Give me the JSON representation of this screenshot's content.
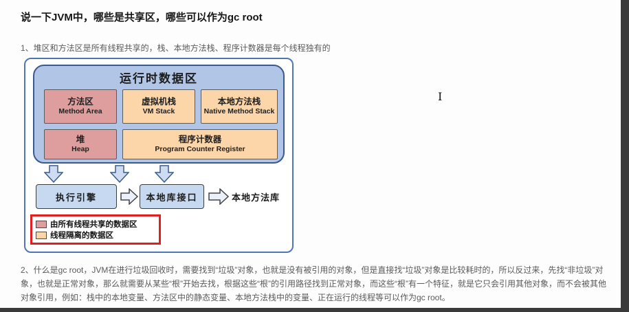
{
  "heading": "说一下JVM中，哪些是共享区，哪些可以作为gc root",
  "paragraphs": {
    "p1": "1、堆区和方法区是所有线程共享的，栈、本地方法栈、程序计数器是每个线程独有的",
    "p2": "2、什么是gc root，JVM在进行垃圾回收时，需要找到“垃圾”对象，也就是没有被引用的对象，但是直接找“垃圾”对象是比较耗时的，所以反过来，先找“非垃圾”对象，也就是正常对象，那么就需要从某些“根”开始去找，根据这些“根”的引用路径找到正常对象，而这些“根”有一个特征，就是它只会引用其他对象，而不会被其他对象引用，例如：栈中的本地变量、方法区中的静态变量、本地方法栈中的变量、正在运行的线程等可以作为gc root。"
  },
  "diagram": {
    "title": "运行时数据区",
    "method_area": {
      "zh": "方法区",
      "en": "Method Area"
    },
    "vm_stack": {
      "zh": "虚拟机栈",
      "en": "VM Stack"
    },
    "native_stack": {
      "zh": "本地方法栈",
      "en": "Native Method Stack"
    },
    "heap": {
      "zh": "堆",
      "en": "Heap"
    },
    "pc_register": {
      "zh": "程序计数器",
      "en": "Program Counter Register"
    },
    "execution_engine": "执行引擎",
    "native_interface": "本地库接口",
    "native_library": "本地方法库",
    "legend": [
      {
        "color": "#df9e9e",
        "label": "由所有线程共享的数据区"
      },
      {
        "color": "#fcd5a8",
        "label": "线程隔离的数据区"
      }
    ],
    "colors": {
      "shared_fill": "#df9e9e",
      "isolated_fill": "#fcd5a8",
      "runtime_bg": "#b1c6e7",
      "engine_fill": "#c6d9f0",
      "diagram_border": "#4f74b8",
      "highlight_red": "#e41e1e"
    }
  }
}
